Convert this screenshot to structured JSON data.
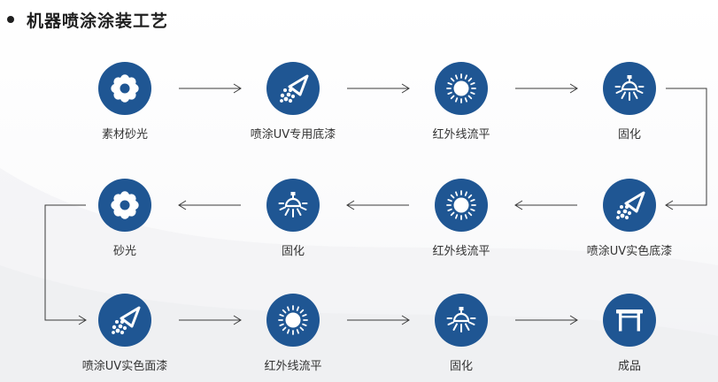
{
  "title": "机器喷涂涂装工艺",
  "colors": {
    "icon_fill": "#1f5693",
    "icon_glyph": "#ffffff",
    "connector": "#3a3a3a",
    "title": "#1f1f1f",
    "label": "#333333"
  },
  "flow": {
    "rows": [
      {
        "direction": "left-to-right",
        "steps": [
          {
            "label": "素材砂光",
            "icon": "gear-icon"
          },
          {
            "label": "喷涂UV专用底漆",
            "icon": "spray-icon"
          },
          {
            "label": "红外线流平",
            "icon": "sun-icon"
          },
          {
            "label": "固化",
            "icon": "lamp-icon"
          }
        ]
      },
      {
        "direction": "right-to-left",
        "steps": [
          {
            "label": "砂光",
            "icon": "gear-icon"
          },
          {
            "label": "固化",
            "icon": "lamp-icon"
          },
          {
            "label": "红外线流平",
            "icon": "sun-icon"
          },
          {
            "label": "喷涂UV实色底漆",
            "icon": "spray-icon"
          }
        ]
      },
      {
        "direction": "left-to-right",
        "steps": [
          {
            "label": "喷涂UV实色面漆",
            "icon": "spray-icon"
          },
          {
            "label": "红外线流平",
            "icon": "sun-icon"
          },
          {
            "label": "固化",
            "icon": "lamp-icon"
          },
          {
            "label": "成品",
            "icon": "table-icon"
          }
        ]
      }
    ]
  }
}
